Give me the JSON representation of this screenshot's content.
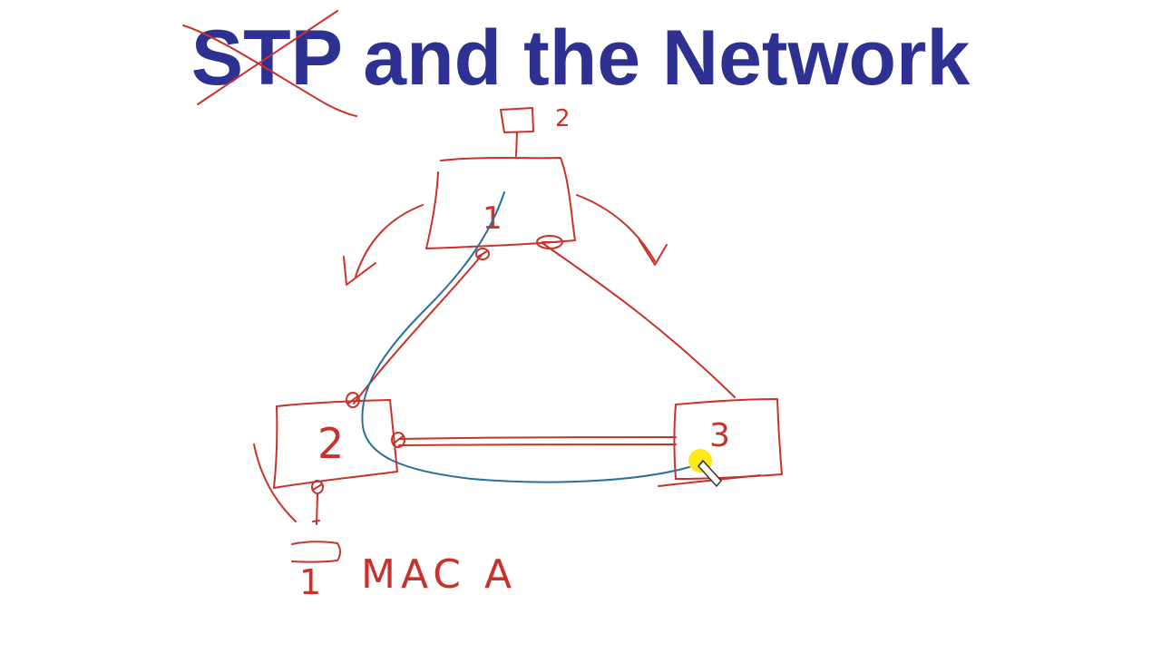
{
  "title": {
    "prefix": "STP",
    "rest": " and the Network"
  },
  "diagram": {
    "switches": [
      {
        "id": "top",
        "label": "1"
      },
      {
        "id": "left",
        "label": "2"
      },
      {
        "id": "right",
        "label": "3"
      }
    ],
    "top_device_label": "2",
    "host_label": "1",
    "mac_label": "MAC A"
  },
  "colors": {
    "title": "#2e3192",
    "ink_red": "#c8322a",
    "ink_blue": "#2a6f9a",
    "cursor_highlight": "#ffe600"
  },
  "icons": [
    "pen-cursor-icon"
  ]
}
